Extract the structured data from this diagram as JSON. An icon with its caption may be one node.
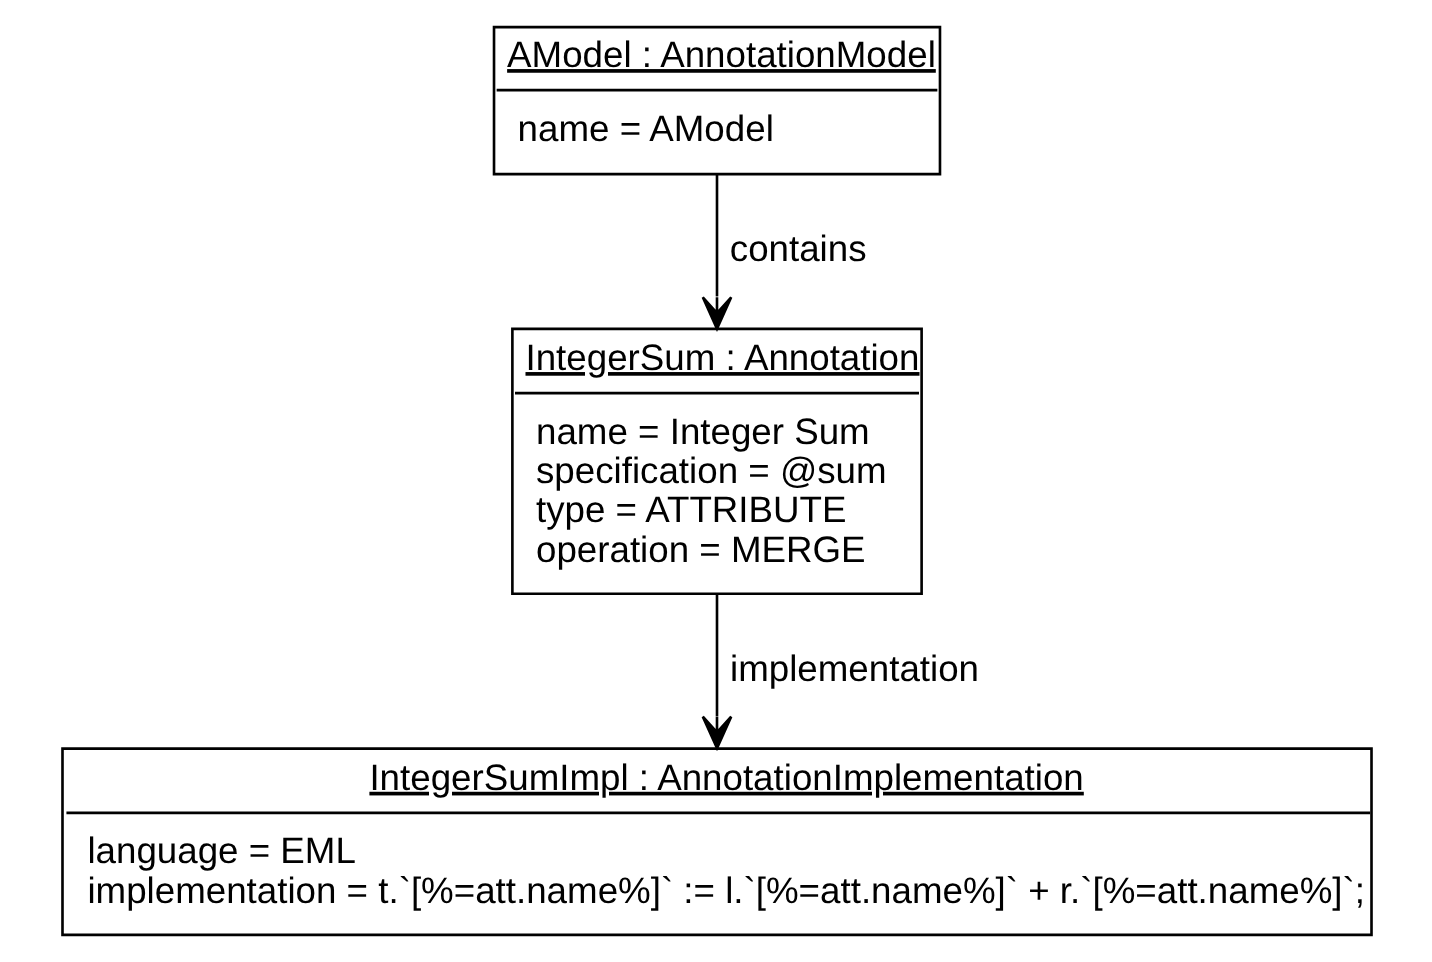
{
  "diagram": {
    "nodes": [
      {
        "text": [
          "AModel : AnnotationModel",
          "name = AModel"
        ]
      },
      {
        "text": [
          "IntegerSum : Annotation",
          "name = Integer Sum",
          "specification = @sum",
          "type = ATTRIBUTE",
          "operation = MERGE"
        ]
      },
      {
        "text": [
          "IntegerSumImpl : AnnotationImplementation",
          "language = EML",
          "implementation = t.`[%=att.name%]` := l.`[%=att.name%]` + r.`[%=att.name%]`;"
        ]
      }
    ],
    "edges": [
      {
        "from": 0,
        "to": 1,
        "arrow": "to",
        "label": "contains"
      },
      {
        "from": 1,
        "to": 2,
        "arrow": "to",
        "label": "implementation"
      }
    ]
  }
}
